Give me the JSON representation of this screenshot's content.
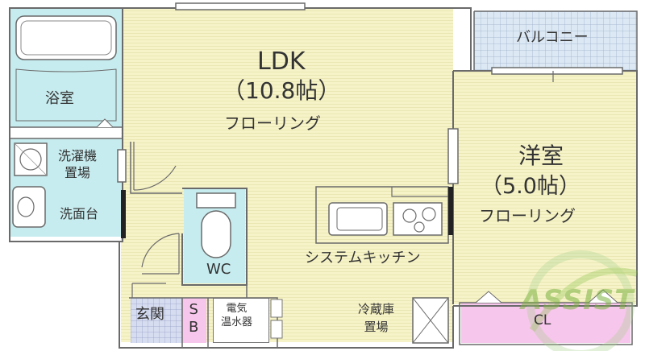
{
  "rooms": {
    "ldk": {
      "name": "LDK",
      "size": "（10.8帖）",
      "floor": "フローリング"
    },
    "western": {
      "name": "洋室",
      "size": "（5.0帖）",
      "floor": "フローリング"
    },
    "balcony": "バルコニー",
    "bath": "浴室",
    "washer": "洗濯機\n置場",
    "washstand": "洗面台",
    "wc": "WC",
    "kitchen": "システムキッチン",
    "entrance": "玄関",
    "sb": "S\nB",
    "water_heater": "電気\n温水器",
    "fridge": "冷蔵庫\n置場",
    "closet": "CL"
  },
  "watermark": "ASSIST",
  "colors": {
    "wall": "#6a6a6a",
    "ldk_floor": "#f6f3c8",
    "western_floor": "#f6f3c8",
    "bath_floor": "#c7ecef",
    "balcony_floor": "#dce8f3",
    "entrance_floor": "#d7ddf0",
    "closet_floor": "#f7c6ec",
    "wc_floor": "#c7ecef"
  }
}
